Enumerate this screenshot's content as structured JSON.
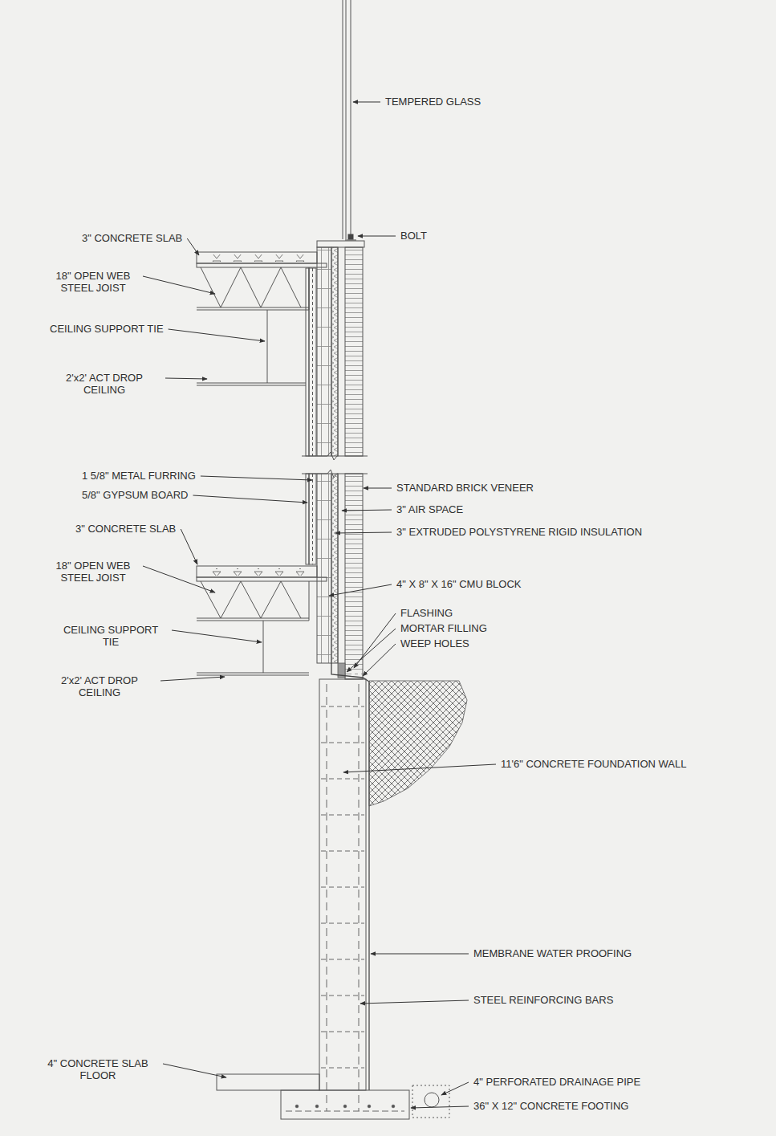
{
  "diagram": {
    "labels": [
      "TEMPERED GLASS",
      "3\" CONCRETE SLAB",
      "BOLT",
      "18\" OPEN WEB STEEL JOIST",
      "CEILING SUPPORT TIE",
      "2'x2' ACT DROP CEILING",
      "1 5/8\" METAL FURRING",
      "STANDARD BRICK VENEER",
      "5/8\" GYPSUM BOARD",
      "3\" AIR SPACE",
      "3\" CONCRETE SLAB",
      "3\" EXTRUDED POLYSTYRENE RIGID INSULATION",
      "18\" OPEN WEB STEEL JOIST",
      "4\" X 8\" X 16\" CMU BLOCK",
      "FLASHING",
      "MORTAR FILLING",
      "CEILING SUPPORT TIE",
      "WEEP HOLES",
      "2'x2' ACT DROP CEILING",
      "11'6\" CONCRETE FOUNDATION WALL",
      "MEMBRANE WATER PROOFING",
      "STEEL REINFORCING BARS",
      "4\" CONCRETE SLAB FLOOR",
      "4\" PERFORATED DRAINAGE PIPE",
      "36\" X 12\" CONCRETE FOOTING"
    ]
  }
}
